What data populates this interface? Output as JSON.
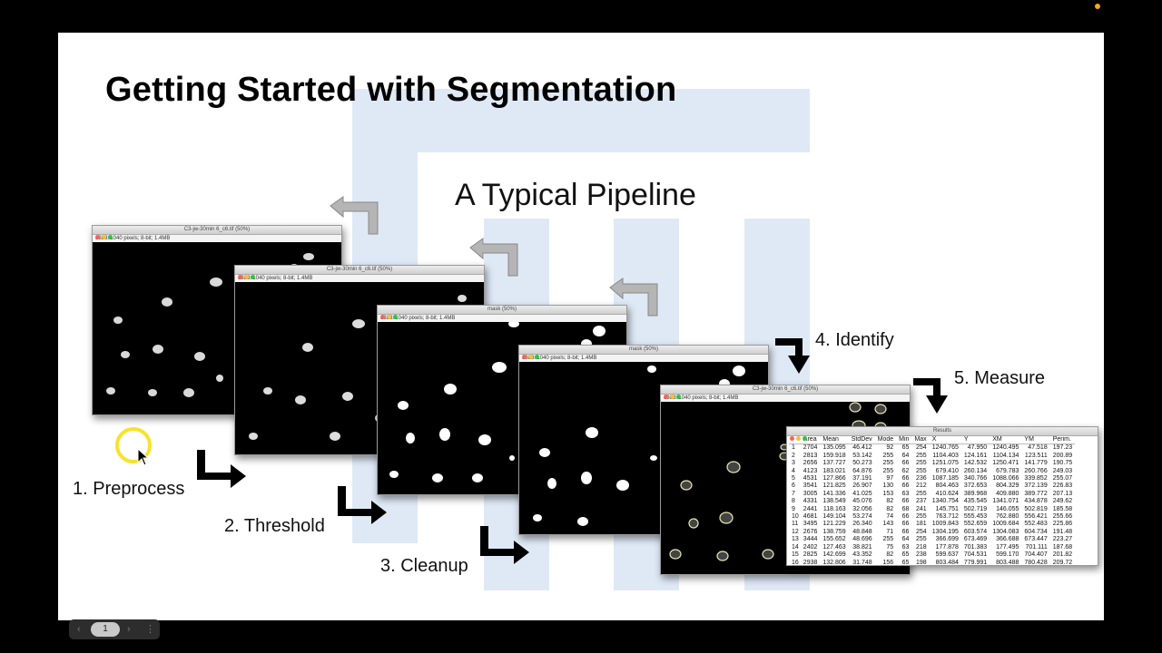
{
  "slide": {
    "title": "Getting Started with Segmentation",
    "subtitle": "A Typical Pipeline"
  },
  "steps": [
    {
      "label": "1. Preprocess"
    },
    {
      "label": "2. Threshold"
    },
    {
      "label": "3. Cleanup"
    },
    {
      "label": "4. Identify"
    },
    {
      "label": "5. Measure"
    }
  ],
  "windows": [
    {
      "title": "C3-jw-30min 6_c6.tif (50%)",
      "info": "1388x1040 pixels; 8-bit; 1.4MB"
    },
    {
      "title": "C3-jw-30min 6_c6.tif (50%)",
      "info": "1388x1040 pixels; 8-bit; 1.4MB"
    },
    {
      "title": "mask (50%)",
      "info": "1388x1040 pixels; 8-bit; 1.4MB"
    },
    {
      "title": "mask (50%)",
      "info": "1388x1040 pixels; 8-bit; 1.4MB"
    },
    {
      "title": "C3-jw-30min 6_c6.tif (50%)",
      "info": "1388x1040 pixels; 8-bit; 1.4MB"
    }
  ],
  "results": {
    "title": "Results",
    "columns": [
      "",
      "Area",
      "Mean",
      "StdDev",
      "Mode",
      "Min",
      "Max",
      "X",
      "Y",
      "XM",
      "YM",
      "Perim."
    ],
    "rows": [
      [
        "1",
        "2704",
        "135.095",
        "46.412",
        "92",
        "65",
        "254",
        "1240.765",
        "47.950",
        "1240.495",
        "47.518",
        "197.23"
      ],
      [
        "2",
        "2813",
        "159.918",
        "53.142",
        "255",
        "64",
        "255",
        "1104.403",
        "124.161",
        "1104.134",
        "123.511",
        "200.89"
      ],
      [
        "3",
        "2656",
        "137.727",
        "50.273",
        "255",
        "66",
        "255",
        "1251.075",
        "142.532",
        "1250.471",
        "141.779",
        "190.75"
      ],
      [
        "4",
        "4123",
        "183.021",
        "64.876",
        "255",
        "62",
        "255",
        "679.410",
        "260.134",
        "679.783",
        "260.766",
        "249.03"
      ],
      [
        "5",
        "4531",
        "127.866",
        "37.191",
        "97",
        "66",
        "236",
        "1087.185",
        "340.766",
        "1088.066",
        "339.852",
        "255.07"
      ],
      [
        "6",
        "3541",
        "121.825",
        "26.907",
        "130",
        "66",
        "212",
        "804.463",
        "372.653",
        "804.329",
        "372.139",
        "226.83"
      ],
      [
        "7",
        "3005",
        "141.336",
        "41.025",
        "153",
        "63",
        "255",
        "410.624",
        "389.968",
        "409.880",
        "389.772",
        "207.13"
      ],
      [
        "8",
        "4331",
        "138.549",
        "45.076",
        "82",
        "66",
        "237",
        "1340.754",
        "435.545",
        "1341.071",
        "434.878",
        "249.62"
      ],
      [
        "9",
        "2441",
        "118.163",
        "32.056",
        "82",
        "68",
        "241",
        "145.751",
        "502.719",
        "146.055",
        "502.819",
        "185.58"
      ],
      [
        "10",
        "4681",
        "149.104",
        "53.274",
        "74",
        "66",
        "255",
        "763.712",
        "555.453",
        "762.880",
        "556.421",
        "255.66"
      ],
      [
        "11",
        "3495",
        "121.229",
        "26.340",
        "143",
        "66",
        "181",
        "1009.843",
        "552.659",
        "1009.684",
        "552.483",
        "225.86"
      ],
      [
        "12",
        "2676",
        "138.759",
        "48.848",
        "71",
        "66",
        "254",
        "1304.195",
        "603.574",
        "1304.083",
        "604.734",
        "191.48"
      ],
      [
        "13",
        "3444",
        "155.652",
        "48.696",
        "255",
        "64",
        "255",
        "366.699",
        "673.469",
        "366.688",
        "673.447",
        "223.27"
      ],
      [
        "14",
        "2402",
        "127.463",
        "38.821",
        "75",
        "63",
        "218",
        "177.878",
        "701.383",
        "177.495",
        "701.111",
        "187.68"
      ],
      [
        "15",
        "2825",
        "142.699",
        "43.352",
        "82",
        "65",
        "238",
        "599.637",
        "704.531",
        "599.170",
        "704.407",
        "201.82"
      ],
      [
        "16",
        "2938",
        "132.806",
        "31.748",
        "156",
        "65",
        "198",
        "803.484",
        "779.991",
        "803.488",
        "780.428",
        "209.72"
      ]
    ]
  },
  "pager": {
    "page": "1",
    "prev": "‹",
    "next": "›",
    "menu": "⋮"
  },
  "colors": {
    "watermark": "#dfe9f6",
    "arrow_gray": "#a8a8a8",
    "arrow_black": "#000000",
    "cursor_ring": "#f7e32a"
  }
}
